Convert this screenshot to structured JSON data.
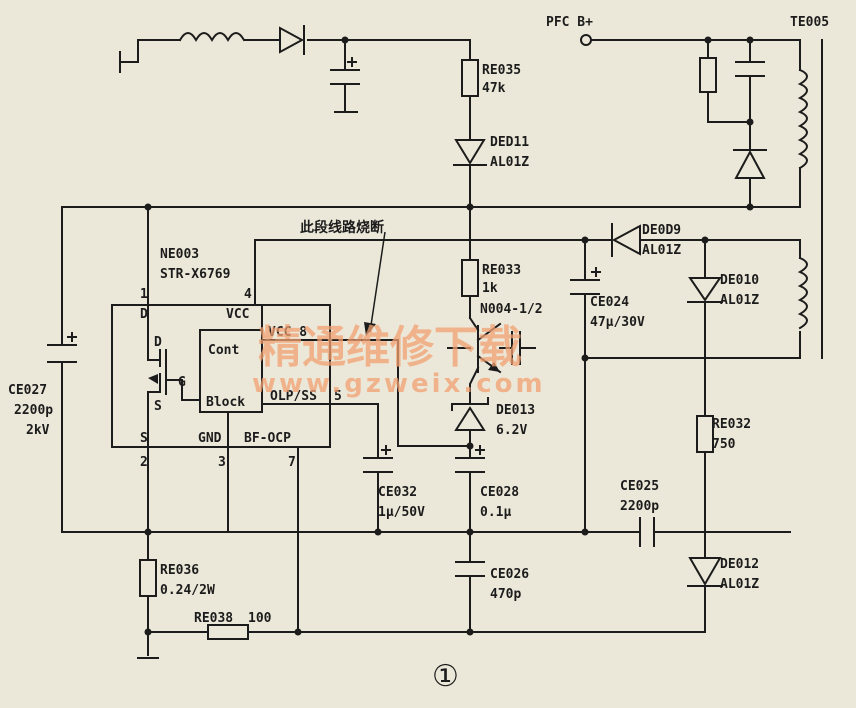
{
  "supply_label": "PFC B+",
  "transformer": "TE005",
  "ic": {
    "ref": "NE003",
    "part": "STR-X6769",
    "block_top": "Cont",
    "block_bottom": "Block",
    "mosfet_d": "D",
    "mosfet_s": "S",
    "mosfet_g": "G"
  },
  "pins": {
    "p1": "1",
    "p1_name": "D",
    "p2": "2",
    "p2_name": "S",
    "p3": "3",
    "p3_name": "GND",
    "p4": "4",
    "p4_name": "VCC",
    "p5": "5",
    "p5_name": "OLP/SS",
    "p7": "7",
    "p7_name": "BF-OCP",
    "p8_name": "VCC 8"
  },
  "annotation": "此段线路烧断",
  "components": {
    "re035": {
      "ref": "RE035",
      "value": "47k"
    },
    "ded11": {
      "ref": "DED11",
      "value": "AL01Z"
    },
    "re033": {
      "ref": "RE033",
      "value": "1k"
    },
    "n004": {
      "ref": "N004-1/2"
    },
    "de013": {
      "ref": "DE013",
      "value": "6.2V"
    },
    "ce028": {
      "ref": "CE028",
      "value": "0.1μ"
    },
    "ce026": {
      "ref": "CE026",
      "value": "470p"
    },
    "ce024": {
      "ref": "CE024",
      "value": "47μ/30V"
    },
    "de0d9": {
      "ref": "DE0D9",
      "value": "AL01Z"
    },
    "de010": {
      "ref": "DE010",
      "value": "AL01Z"
    },
    "re032": {
      "ref": "RE032",
      "value": "750"
    },
    "ce025": {
      "ref": "CE025",
      "value": "2200p"
    },
    "de012": {
      "ref": "DE012",
      "value": "AL01Z"
    },
    "ce027": {
      "ref": "CE027",
      "value": "2200p",
      "value2": "2kV"
    },
    "ce032": {
      "ref": "CE032",
      "value": "1μ/50V"
    },
    "re036": {
      "ref": "RE036",
      "value": "0.24/2W"
    },
    "re038": {
      "ref": "RE038",
      "value": "100"
    }
  },
  "watermark": {
    "cn": "精通维修下载",
    "url": "www.gzweix.com"
  },
  "figure_number": "①"
}
